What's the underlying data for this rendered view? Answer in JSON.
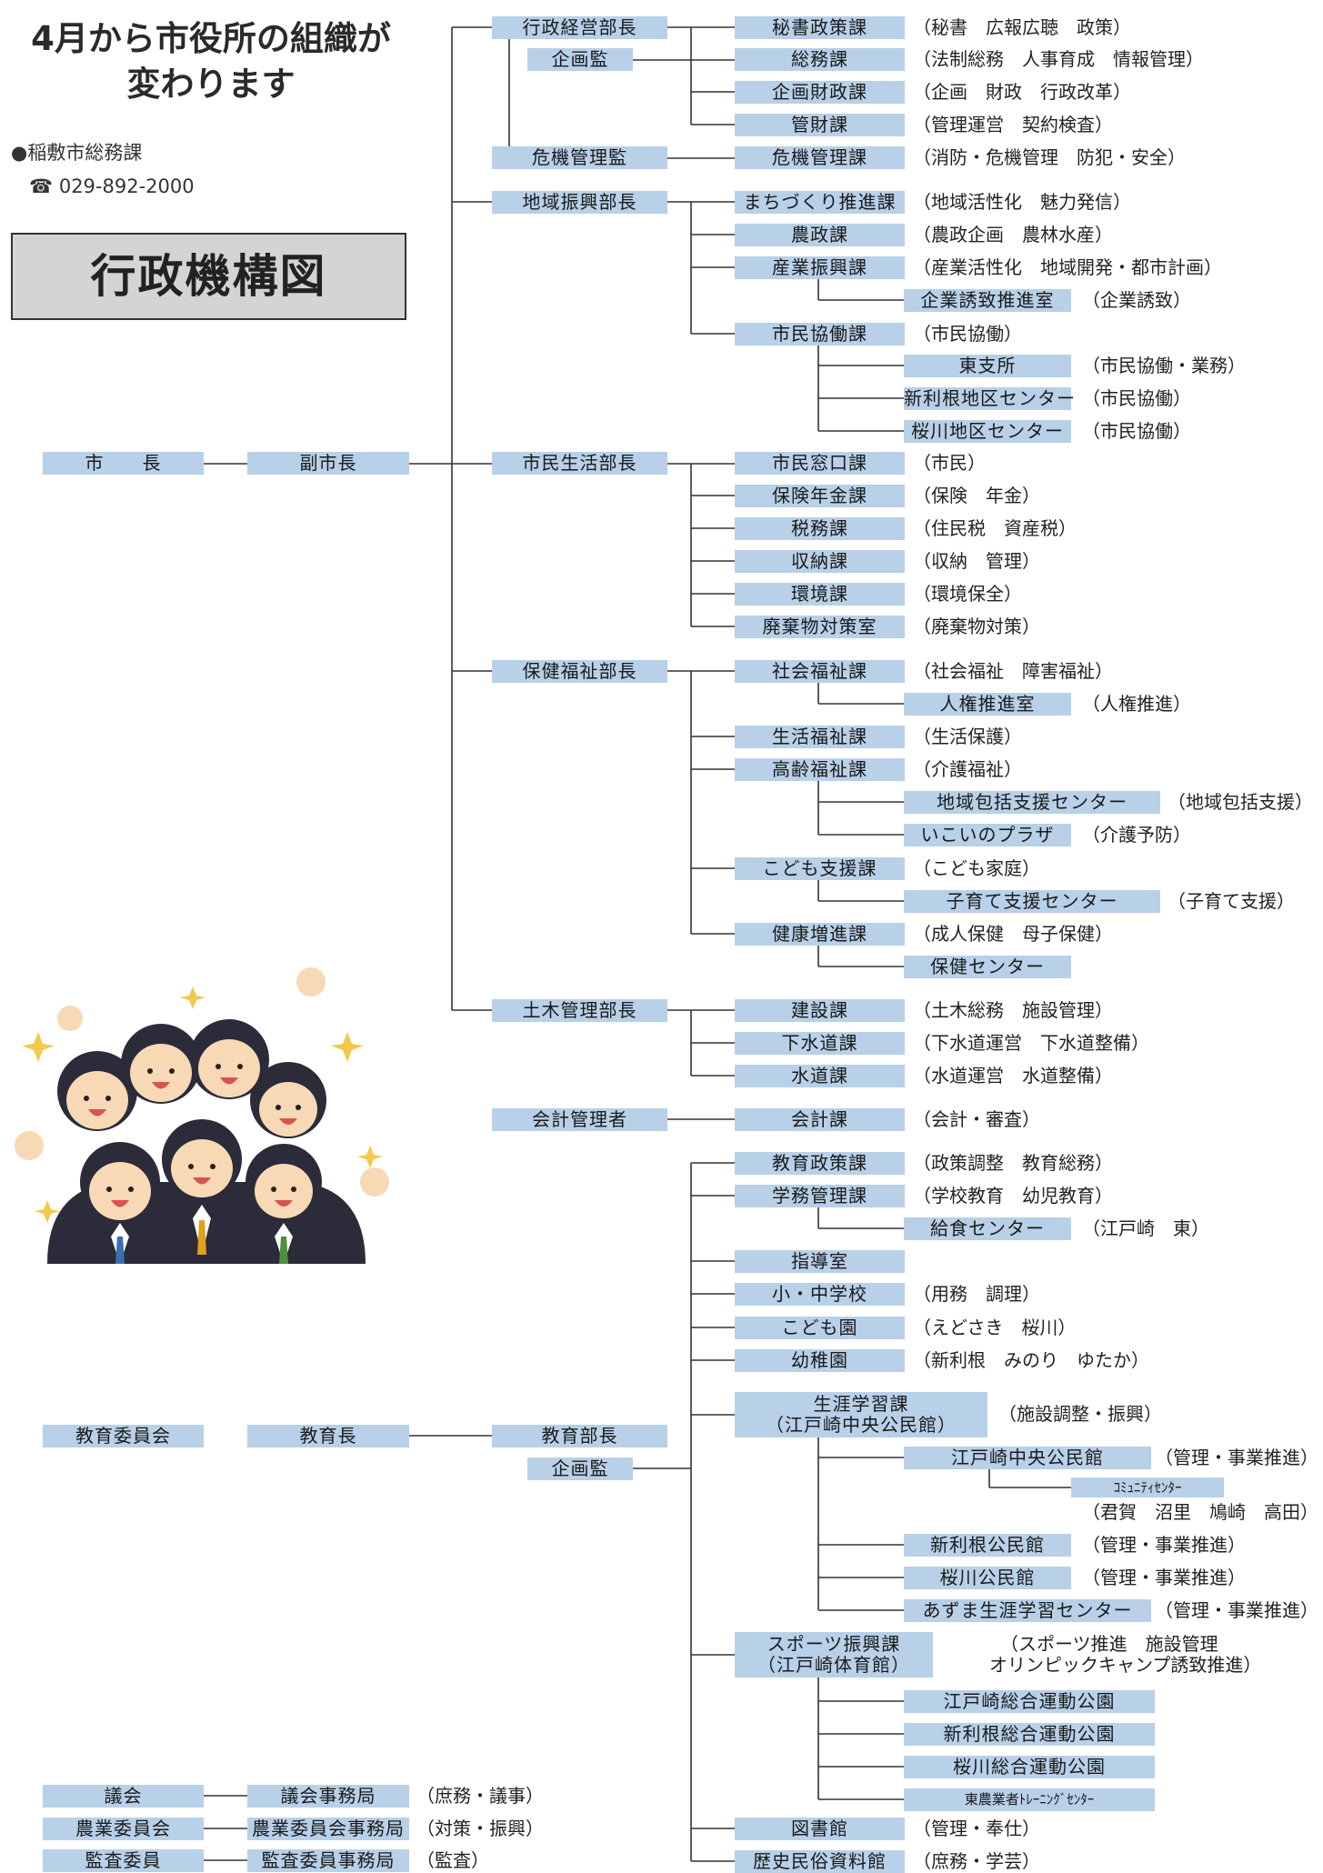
{
  "header": {
    "title_line1": "4月から市役所の組織が",
    "title_line2": "変わります",
    "contact_dept": "●稲敷市総務課",
    "contact_phone": "☎ 029-892-2000",
    "kikou_label": "行政機構図"
  },
  "illustration": {
    "name": "cheering-staff-illustration"
  },
  "colors": {
    "box": "#b8d0e8",
    "line": "#333333"
  },
  "left_column": {
    "mayor": "市　　長",
    "vice_mayor": "副市長",
    "board_of_education": "教育委員会",
    "superintendent": "教育長",
    "assembly": "議会",
    "assembly_office": "議会事務局",
    "assembly_desc": "（庶務・議事）",
    "agri_committee": "農業委員会",
    "agri_office": "農業委員会事務局",
    "agri_desc": "（対策・振興）",
    "audit_committee": "監査委員",
    "audit_office": "監査委員事務局",
    "audit_desc": "（監査）"
  },
  "departments": {
    "gyosei": "行政経営部長",
    "kikaku": "企画監",
    "kiki": "危機管理監",
    "chiiki": "地域振興部長",
    "shimin": "市民生活部長",
    "hoken": "保健福祉部長",
    "doboku": "土木管理部長",
    "kaikei": "会計管理者",
    "kyoiku": "教育部長",
    "kyoiku_kikaku": "企画監"
  },
  "sections": [
    {
      "name": "秘書政策課",
      "desc": "（秘書　広報広聴　政策）"
    },
    {
      "name": "総務課",
      "desc": "（法制総務　人事育成　情報管理）"
    },
    {
      "name": "企画財政課",
      "desc": "（企画　財政　行政改革）"
    },
    {
      "name": "管財課",
      "desc": "（管理運営　契約検査）"
    },
    {
      "name": "危機管理課",
      "desc": "（消防・危機管理　防犯・安全）"
    },
    {
      "name": "まちづくり推進課",
      "desc": "（地域活性化　魅力発信）"
    },
    {
      "name": "農政課",
      "desc": "（農政企画　農林水産）"
    },
    {
      "name": "産業振興課",
      "desc": "（産業活性化　地域開発・都市計画）"
    },
    {
      "name": "市民協働課",
      "desc": "（市民協働）"
    },
    {
      "name": "市民窓口課",
      "desc": "（市民）"
    },
    {
      "name": "保険年金課",
      "desc": "（保険　年金）"
    },
    {
      "name": "税務課",
      "desc": "（住民税　資産税）"
    },
    {
      "name": "収納課",
      "desc": "（収納　管理）"
    },
    {
      "name": "環境課",
      "desc": "（環境保全）"
    },
    {
      "name": "廃棄物対策室",
      "desc": "（廃棄物対策）"
    },
    {
      "name": "社会福祉課",
      "desc": "（社会福祉　障害福祉）"
    },
    {
      "name": "生活福祉課",
      "desc": "（生活保護）"
    },
    {
      "name": "高齢福祉課",
      "desc": "（介護福祉）"
    },
    {
      "name": "こども支援課",
      "desc": "（こども家庭）"
    },
    {
      "name": "健康増進課",
      "desc": "（成人保健　母子保健）"
    },
    {
      "name": "建設課",
      "desc": "（土木総務　施設管理）"
    },
    {
      "name": "下水道課",
      "desc": "（下水道運営　下水道整備）"
    },
    {
      "name": "水道課",
      "desc": "（水道運営　水道整備）"
    },
    {
      "name": "会計課",
      "desc": "（会計・審査）"
    },
    {
      "name": "教育政策課",
      "desc": "（政策調整　教育総務）"
    },
    {
      "name": "学務管理課",
      "desc": "（学校教育　幼児教育）"
    },
    {
      "name": "指導室",
      "desc": ""
    },
    {
      "name": "小・中学校",
      "desc": "（用務　調理）"
    },
    {
      "name": "こども園",
      "desc": "（えどさき　桜川）"
    },
    {
      "name": "幼稚園",
      "desc": "（新利根　みのり　ゆたか）"
    },
    {
      "name": "図書館",
      "desc": "（管理・奉仕）"
    },
    {
      "name": "歴史民俗資料館",
      "desc": "（庶務・学芸）"
    }
  ],
  "two_line_sections": {
    "shogai_l1": "生涯学習課",
    "shogai_l2": "（江戸崎中央公民館）",
    "shogai_desc": "（施設調整・振興）",
    "sports_l1": "スポーツ振興課",
    "sports_l2": "（江戸崎体育館）",
    "sports_desc_l1": "（スポーツ推進　施設管理",
    "sports_desc_l2": "オリンピックキャンプ誘致推進）"
  },
  "subunits": [
    {
      "name": "企業誘致推進室",
      "desc": "（企業誘致）"
    },
    {
      "name": "東支所",
      "desc": "（市民協働・業務）"
    },
    {
      "name": "新利根地区センター",
      "desc": "（市民協働）"
    },
    {
      "name": "桜川地区センター",
      "desc": "（市民協働）"
    },
    {
      "name": "人権推進室",
      "desc": "（人権推進）"
    },
    {
      "name": "地域包括支援センター",
      "desc": "（地域包括支援）"
    },
    {
      "name": "いこいのプラザ",
      "desc": "（介護予防）"
    },
    {
      "name": "子育て支援センター",
      "desc": "（子育て支援）"
    },
    {
      "name": "保健センター",
      "desc": ""
    },
    {
      "name": "給食センター",
      "desc": "（江戸崎　東）"
    },
    {
      "name": "江戸崎中央公民館",
      "desc": "（管理・事業推進）"
    },
    {
      "name": "ｺﾐｭﾆﾃｨｾﾝﾀｰ",
      "desc": "（君賀　沼里　鳩崎　高田）"
    },
    {
      "name": "新利根公民館",
      "desc": "（管理・事業推進）"
    },
    {
      "name": "桜川公民館",
      "desc": "（管理・事業推進）"
    },
    {
      "name": "あずま生涯学習センター",
      "desc": "（管理・事業推進）"
    },
    {
      "name": "江戸崎総合運動公園",
      "desc": ""
    },
    {
      "name": "新利根総合運動公園",
      "desc": ""
    },
    {
      "name": "桜川総合運動公園",
      "desc": ""
    },
    {
      "name": "東農業者ﾄﾚｰﾆﾝｸﾞｾﾝﾀｰ",
      "desc": ""
    }
  ]
}
